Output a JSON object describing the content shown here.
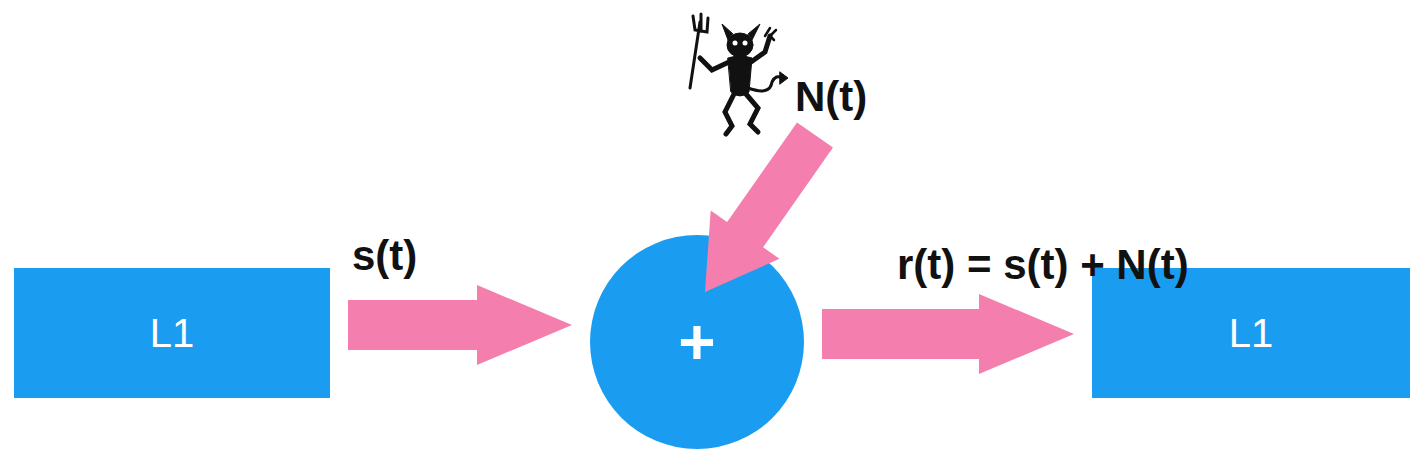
{
  "diagram": {
    "nodes": [
      {
        "text": [
          "L1"
        ]
      },
      {
        "text": [
          "+"
        ]
      },
      {
        "text": [
          "L1"
        ]
      }
    ],
    "edges": [
      {
        "from": 0,
        "to": 1,
        "arrow": "to",
        "label": "s(t)"
      },
      {
        "from": 1,
        "to": 2,
        "arrow": "to",
        "label": "r(t) = s(t) + N(t)"
      }
    ],
    "labels": [
      "N(t)"
    ]
  }
}
